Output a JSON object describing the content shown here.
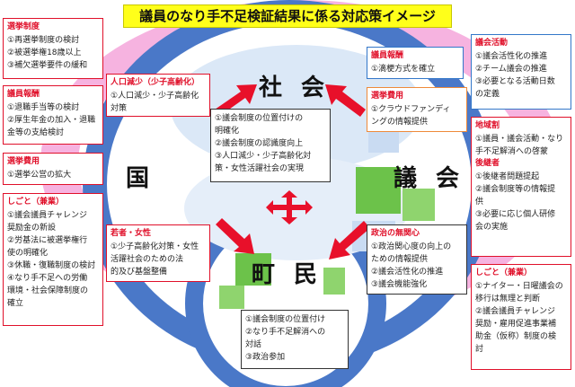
{
  "title": "議員のなり手不足検証結果に係る対応策イメージ",
  "labels": {
    "country": "国",
    "society": "社 会",
    "assembly": "議 会",
    "residents": "町 民"
  },
  "colors": {
    "title_bg": "#ffff1a",
    "circle_blue": "#4a78c8",
    "circle_pink": "#f28fd0",
    "heading_red": "#e0102a",
    "arrow_red": "#e8102a",
    "green": "#6cc24a"
  },
  "boxes": {
    "election_system": {
      "heading": "選挙制度",
      "lines": [
        "①再選挙制度の検討",
        "②被選挙権18歳以上",
        "③補欠選挙要件の緩和"
      ]
    },
    "pay_country": {
      "heading": "議員報酬",
      "lines": [
        "①退職手当等の検討",
        "②厚生年金の加入・退職",
        "金等の支給検討"
      ]
    },
    "election_cost_country": {
      "heading": "選挙費用",
      "lines": [
        "①選挙公営の拡大"
      ]
    },
    "mechanism_country": {
      "heading": "しごと（兼業）",
      "lines": [
        "①議会議員チャレンジ",
        "奨励金の新設",
        "②労基法に被選挙権行",
        "使の明確化",
        "③休職・復職制度の検討",
        "④なり手不足への労働",
        "環境・社会保障制度の",
        "確立"
      ]
    },
    "population": {
      "heading": "人口減少（少子高齢化）",
      "lines": [
        "①人口減少・少子高齢化",
        "対策"
      ]
    },
    "society_center": {
      "heading": "",
      "lines": [
        "①議会制度の位置付けの",
        "明確化",
        "②議会制度の認識度向上",
        "③人口減少・少子高齢化対",
        "策・女性活躍社会の実現"
      ]
    },
    "pay_assembly": {
      "heading": "議員報酬",
      "lines": [
        "①滴梗方式を確立"
      ]
    },
    "election_cost_assembly": {
      "heading": "選挙費用",
      "lines": [
        "①クラウドファンディ",
        "ングの情報提供"
      ]
    },
    "assembly_activity": {
      "heading": "議会活動",
      "lines": [
        "①議会活性化の推進",
        "②チーム議会の推進",
        "③必要となる活動日数",
        "の定義"
      ]
    },
    "region": {
      "heading": "地域割",
      "lines": [
        "①議員・議会活動・なり",
        "手不足解消への啓蒙"
      ]
    },
    "supporters": {
      "heading": "後継者",
      "lines": [
        "①後継者問題提起",
        "②議会制度等の情報提",
        "供",
        "③必要に応じ個人研修",
        "会の実施"
      ]
    },
    "youth_women": {
      "heading": "若者・女性",
      "lines": [
        "①少子高齢化対策・女性",
        "活躍社会のための法",
        "的及び基盤整備"
      ]
    },
    "political_apathy": {
      "heading": "政治の無関心",
      "lines": [
        "①政治関心度の向上の",
        "ための情報提供",
        "②議会活性化の推進",
        "③議会機能強化"
      ]
    },
    "mechanism_assembly": {
      "heading": "しごと（兼業）",
      "lines": [
        "①ナイター・日曜議会の",
        "移行は無理と判断",
        "②議会議員チャレンジ",
        "奨励・雇用促進事業補",
        "助金（仮称）制度の検",
        "討"
      ]
    },
    "residents_box": {
      "heading": "",
      "lines": [
        "①議会制度の位置付け",
        "②なり手不足解消への",
        "対話",
        "③政治参加"
      ]
    }
  }
}
